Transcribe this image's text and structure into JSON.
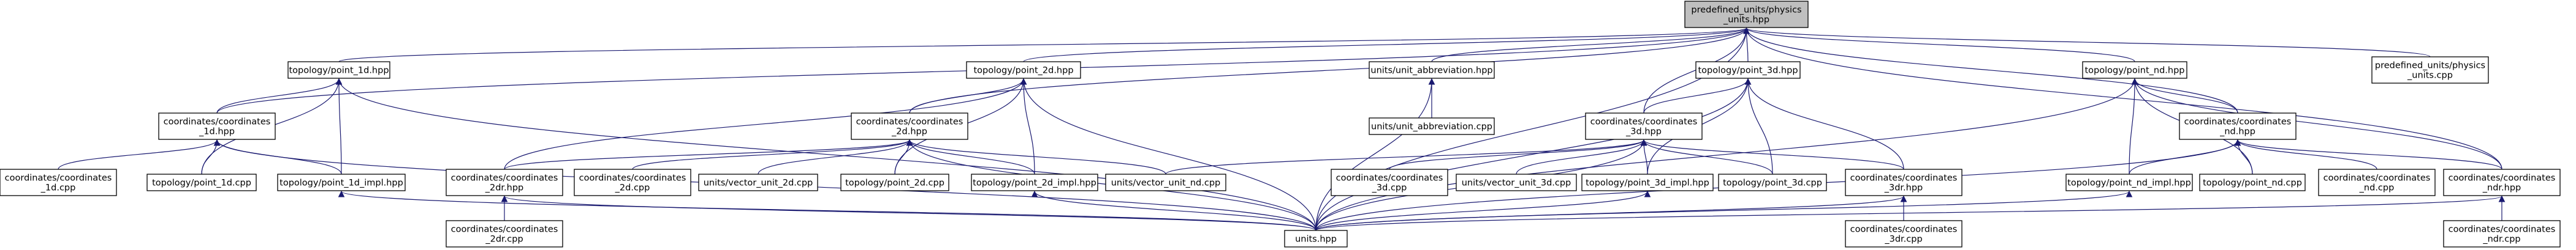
{
  "colors": {
    "edge": "#191970",
    "root_fill": "#bfbfbf",
    "node_fill": "#ffffff",
    "text": "#000000"
  },
  "nodes": [
    {
      "id": "n0",
      "lines": [
        "predefined_units/physics",
        "_units.hpp"
      ],
      "root": true
    },
    {
      "id": "n1",
      "lines": [
        "topology/point_1d.hpp"
      ]
    },
    {
      "id": "n2",
      "lines": [
        "topology/point_2d.hpp"
      ]
    },
    {
      "id": "n3",
      "lines": [
        "units/unit_abbreviation.hpp"
      ]
    },
    {
      "id": "n4",
      "lines": [
        "topology/point_3d.hpp"
      ]
    },
    {
      "id": "n5",
      "lines": [
        "topology/point_nd.hpp"
      ]
    },
    {
      "id": "n6",
      "lines": [
        "predefined_units/physics",
        "_units.cpp"
      ]
    },
    {
      "id": "n7",
      "lines": [
        "coordinates/coordinates",
        "_1d.hpp"
      ]
    },
    {
      "id": "n8",
      "lines": [
        "coordinates/coordinates",
        "_2d.hpp"
      ]
    },
    {
      "id": "n9",
      "lines": [
        "units/unit_abbreviation.cpp"
      ]
    },
    {
      "id": "n10",
      "lines": [
        "coordinates/coordinates",
        "_3d.hpp"
      ]
    },
    {
      "id": "n11",
      "lines": [
        "coordinates/coordinates",
        "_nd.hpp"
      ]
    },
    {
      "id": "n12",
      "lines": [
        "coordinates/coordinates",
        "_1d.cpp"
      ]
    },
    {
      "id": "n13",
      "lines": [
        "topology/point_1d.cpp"
      ]
    },
    {
      "id": "n14",
      "lines": [
        "topology/point_1d_impl.hpp"
      ]
    },
    {
      "id": "n15",
      "lines": [
        "coordinates/coordinates",
        "_2dr.hpp"
      ]
    },
    {
      "id": "n16",
      "lines": [
        "coordinates/coordinates",
        "_2d.cpp"
      ]
    },
    {
      "id": "n17",
      "lines": [
        "units/vector_unit_2d.cpp"
      ]
    },
    {
      "id": "n18",
      "lines": [
        "topology/point_2d.cpp"
      ]
    },
    {
      "id": "n19",
      "lines": [
        "topology/point_2d_impl.hpp"
      ]
    },
    {
      "id": "n20",
      "lines": [
        "units/vector_unit_nd.cpp"
      ]
    },
    {
      "id": "n21",
      "lines": [
        "coordinates/coordinates",
        "_3d.cpp"
      ]
    },
    {
      "id": "n22",
      "lines": [
        "units/vector_unit_3d.cpp"
      ]
    },
    {
      "id": "n23",
      "lines": [
        "topology/point_3d_impl.hpp"
      ]
    },
    {
      "id": "n24",
      "lines": [
        "topology/point_3d.cpp"
      ]
    },
    {
      "id": "n25",
      "lines": [
        "coordinates/coordinates",
        "_3dr.hpp"
      ]
    },
    {
      "id": "n26",
      "lines": [
        "topology/point_nd_impl.hpp"
      ]
    },
    {
      "id": "n27",
      "lines": [
        "topology/point_nd.cpp"
      ]
    },
    {
      "id": "n28",
      "lines": [
        "coordinates/coordinates",
        "_nd.cpp"
      ]
    },
    {
      "id": "n29",
      "lines": [
        "coordinates/coordinates",
        "_ndr.hpp"
      ]
    },
    {
      "id": "n30",
      "lines": [
        "units.hpp"
      ]
    },
    {
      "id": "n31",
      "lines": [
        "coordinates/coordinates",
        "_2dr.cpp"
      ]
    },
    {
      "id": "n32",
      "lines": [
        "coordinates/coordinates",
        "_3dr.cpp"
      ]
    },
    {
      "id": "n33",
      "lines": [
        "coordinates/coordinates",
        "_ndr.cpp"
      ]
    }
  ],
  "edges": [
    [
      "n0",
      "n1"
    ],
    [
      "n0",
      "n2"
    ],
    [
      "n0",
      "n3"
    ],
    [
      "n0",
      "n4"
    ],
    [
      "n0",
      "n5"
    ],
    [
      "n0",
      "n6"
    ],
    [
      "n0",
      "n7"
    ],
    [
      "n0",
      "n8"
    ],
    [
      "n0",
      "n10"
    ],
    [
      "n0",
      "n11"
    ],
    [
      "n0",
      "n29"
    ],
    [
      "n0",
      "n30"
    ],
    [
      "n1",
      "n7"
    ],
    [
      "n1",
      "n13"
    ],
    [
      "n1",
      "n14"
    ],
    [
      "n1",
      "n30"
    ],
    [
      "n2",
      "n8"
    ],
    [
      "n2",
      "n15"
    ],
    [
      "n2",
      "n18"
    ],
    [
      "n2",
      "n19"
    ],
    [
      "n2",
      "n30"
    ],
    [
      "n3",
      "n9"
    ],
    [
      "n3",
      "n30"
    ],
    [
      "n4",
      "n10"
    ],
    [
      "n4",
      "n23"
    ],
    [
      "n4",
      "n24"
    ],
    [
      "n4",
      "n25"
    ],
    [
      "n4",
      "n30"
    ],
    [
      "n5",
      "n11"
    ],
    [
      "n5",
      "n26"
    ],
    [
      "n5",
      "n27"
    ],
    [
      "n5",
      "n29"
    ],
    [
      "n5",
      "n30"
    ],
    [
      "n7",
      "n12"
    ],
    [
      "n7",
      "n13"
    ],
    [
      "n7",
      "n14"
    ],
    [
      "n7",
      "n30"
    ],
    [
      "n8",
      "n15"
    ],
    [
      "n8",
      "n16"
    ],
    [
      "n8",
      "n17"
    ],
    [
      "n8",
      "n18"
    ],
    [
      "n8",
      "n19"
    ],
    [
      "n8",
      "n20"
    ],
    [
      "n8",
      "n30"
    ],
    [
      "n10",
      "n20"
    ],
    [
      "n10",
      "n21"
    ],
    [
      "n10",
      "n22"
    ],
    [
      "n10",
      "n23"
    ],
    [
      "n10",
      "n24"
    ],
    [
      "n10",
      "n25"
    ],
    [
      "n10",
      "n30"
    ],
    [
      "n11",
      "n26"
    ],
    [
      "n11",
      "n27"
    ],
    [
      "n11",
      "n28"
    ],
    [
      "n11",
      "n29"
    ],
    [
      "n11",
      "n30"
    ],
    [
      "n14",
      "n30"
    ],
    [
      "n15",
      "n30"
    ],
    [
      "n15",
      "n31"
    ],
    [
      "n19",
      "n30"
    ],
    [
      "n23",
      "n30"
    ],
    [
      "n25",
      "n30"
    ],
    [
      "n25",
      "n32"
    ],
    [
      "n26",
      "n30"
    ],
    [
      "n29",
      "n30"
    ],
    [
      "n29",
      "n33"
    ]
  ]
}
